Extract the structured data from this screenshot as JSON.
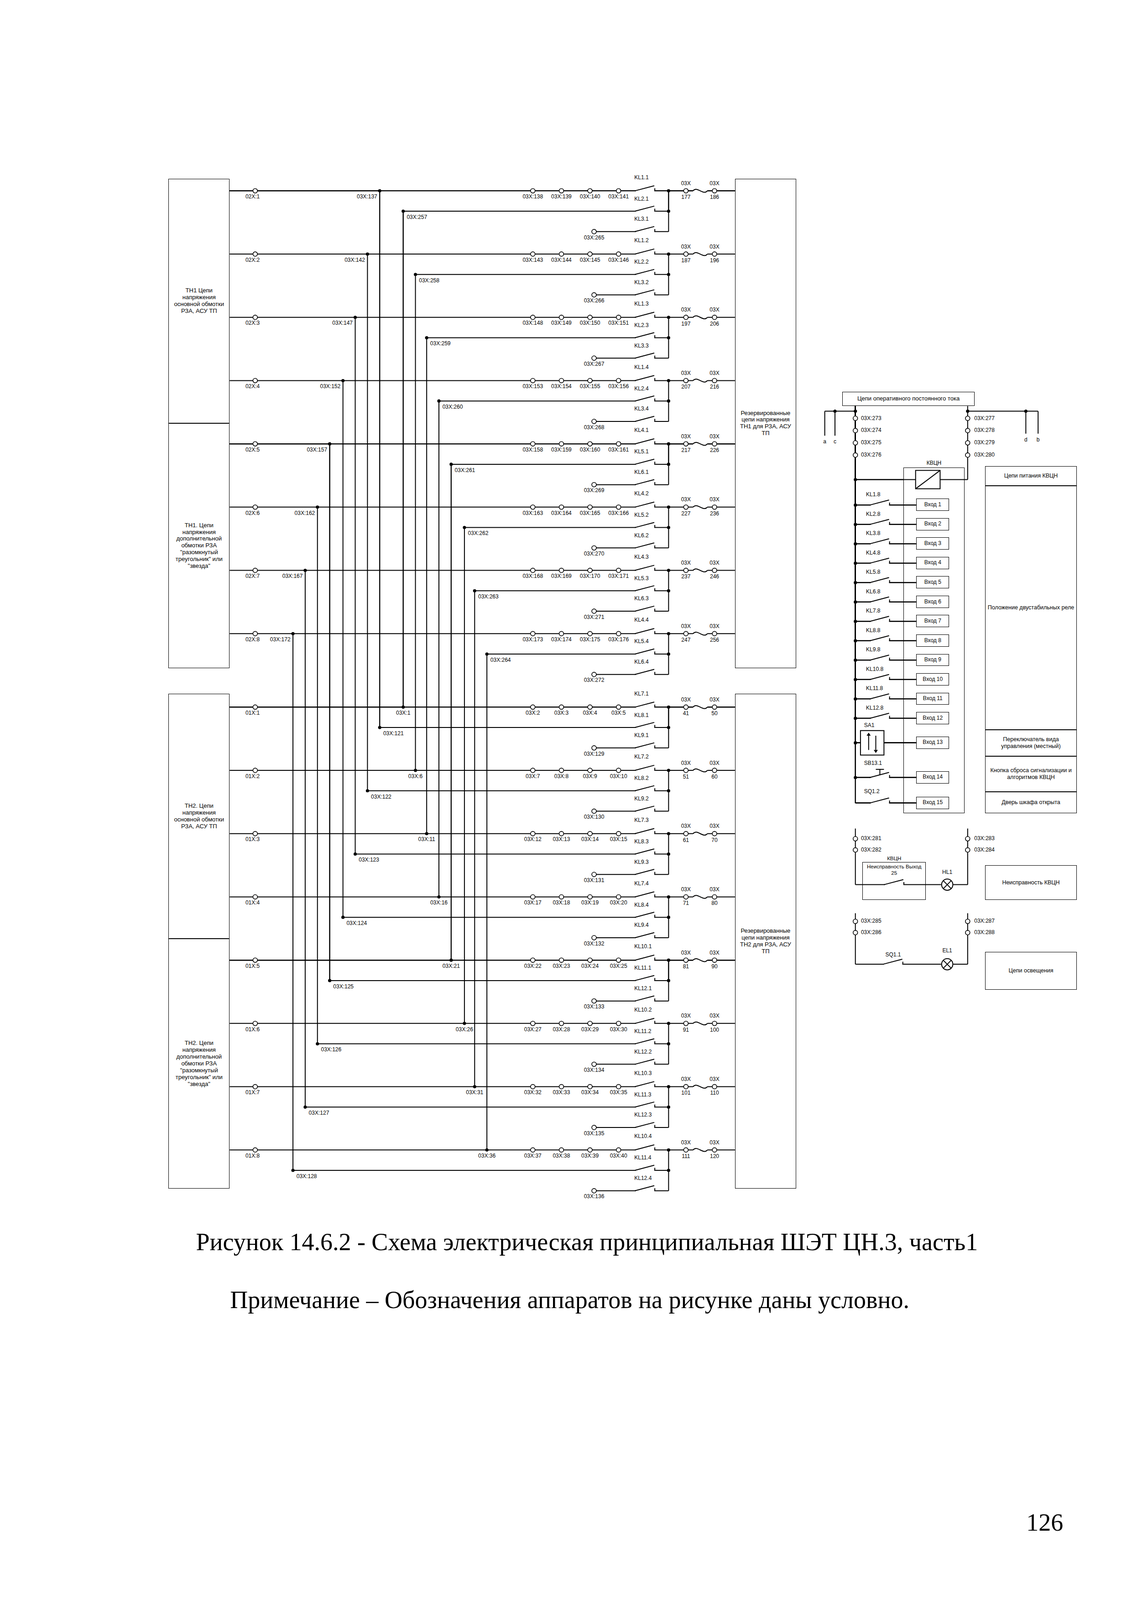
{
  "diagram": {
    "caption": "Рисунок 14.6.2 - Схема электрическая принципиальная ШЭТ ЦН.3, часть1",
    "nodes": [
      {
        "text": [
          "ТН1 Цепи напряжения основной обмотки РЗА, АСУ ТП"
        ]
      },
      {
        "text": [
          "ТН1. Цепи напряжения дополнительной обмотки РЗА \"разомкнутый треугольник\" или \"звезда\""
        ]
      },
      {
        "text": [
          "ТН2. Цепи напряжения основной обмотки РЗА, АСУ ТП"
        ]
      },
      {
        "text": [
          "ТН2. Цепи напряжения дополнительной обмотки РЗА \"разомкнутый треугольник\" или \"звезда\""
        ]
      },
      {
        "text": [
          "Резервированные цепи напряжения ТН1 для РЗА, АСУ ТП"
        ]
      },
      {
        "text": [
          "Резервированные цепи напряжения ТН2 для РЗА, АСУ ТП"
        ]
      },
      {
        "text": [
          "Цепи оперативного постоянного тока"
        ]
      },
      {
        "text": [
          "КВЦН"
        ]
      },
      {
        "text": [
          "Вход 1"
        ],
        "in": 7
      },
      {
        "text": [
          "Вход 2"
        ],
        "in": 7
      },
      {
        "text": [
          "Вход 3"
        ],
        "in": 7
      },
      {
        "text": [
          "Вход 4"
        ],
        "in": 7
      },
      {
        "text": [
          "Вход 5"
        ],
        "in": 7
      },
      {
        "text": [
          "Вход 6"
        ],
        "in": 7
      },
      {
        "text": [
          "Вход 7"
        ],
        "in": 7
      },
      {
        "text": [
          "Вход 8"
        ],
        "in": 7
      },
      {
        "text": [
          "Вход 9"
        ],
        "in": 7
      },
      {
        "text": [
          "Вход 10"
        ],
        "in": 7
      },
      {
        "text": [
          "Вход 11"
        ],
        "in": 7
      },
      {
        "text": [
          "Вход 12"
        ],
        "in": 7
      },
      {
        "text": [
          "Вход 13"
        ],
        "in": 7
      },
      {
        "text": [
          "Вход 14"
        ],
        "in": 7
      },
      {
        "text": [
          "Вход 15"
        ],
        "in": 7
      },
      {
        "text": [
          "Цепи питания КВЦН"
        ]
      },
      {
        "text": [
          "Положение двустабильных реле"
        ]
      },
      {
        "text": [
          "Переключатель вида управления (местный)"
        ]
      },
      {
        "text": [
          "Кнопка сброса сигнализации и алгоритмов КВЦН"
        ]
      },
      {
        "text": [
          "Дверь шкафа открыта"
        ]
      },
      {
        "text": [
          "КВЦН",
          "Неисправность Выход 25"
        ]
      },
      {
        "text": [
          "Неисправность КВЦН"
        ]
      },
      {
        "text": [
          "Цепи освещения"
        ]
      }
    ],
    "edges": [
      {
        "from": 0,
        "to": 4,
        "arrow": "none"
      },
      {
        "from": 1,
        "to": 4,
        "arrow": "none"
      },
      {
        "from": 2,
        "to": 5,
        "arrow": "none"
      },
      {
        "from": 3,
        "to": 5,
        "arrow": "none"
      },
      {
        "from": 0,
        "to": 5,
        "arrow": "none"
      },
      {
        "from": 1,
        "to": 5,
        "arrow": "none"
      },
      {
        "from": 2,
        "to": 4,
        "arrow": "none"
      },
      {
        "from": 3,
        "to": 4,
        "arrow": "none"
      },
      {
        "from": 6,
        "to": 7,
        "arrow": "none"
      },
      {
        "from": 6,
        "to": 8,
        "arrow": "none"
      },
      {
        "from": 6,
        "to": 9,
        "arrow": "none"
      },
      {
        "from": 6,
        "to": 10,
        "arrow": "none"
      },
      {
        "from": 6,
        "to": 11,
        "arrow": "none"
      },
      {
        "from": 6,
        "to": 12,
        "arrow": "none"
      },
      {
        "from": 6,
        "to": 13,
        "arrow": "none"
      },
      {
        "from": 6,
        "to": 14,
        "arrow": "none"
      },
      {
        "from": 6,
        "to": 15,
        "arrow": "none"
      },
      {
        "from": 6,
        "to": 16,
        "arrow": "none"
      },
      {
        "from": 6,
        "to": 17,
        "arrow": "none"
      },
      {
        "from": 6,
        "to": 18,
        "arrow": "none"
      },
      {
        "from": 6,
        "to": 19,
        "arrow": "none"
      },
      {
        "from": 6,
        "to": 20,
        "arrow": "none"
      },
      {
        "from": 6,
        "to": 21,
        "arrow": "none"
      },
      {
        "from": 6,
        "to": 22,
        "arrow": "none"
      }
    ],
    "labels": [
      "02X:1",
      "03X:137",
      "03X:138",
      "03X:139",
      "03X:140",
      "03X:141",
      "KL1.1",
      "KL2.1",
      "KL3.1",
      "03X:257",
      "03X:265",
      "03X",
      "177",
      "03X",
      "186",
      "02X:2",
      "03X:142",
      "03X:143",
      "03X:144",
      "03X:145",
      "03X:146",
      "KL1.2",
      "KL2.2",
      "KL3.2",
      "03X:258",
      "03X:266",
      "03X",
      "187",
      "03X",
      "196",
      "02X:3",
      "03X:147",
      "03X:148",
      "03X:149",
      "03X:150",
      "03X:151",
      "KL1.3",
      "KL2.3",
      "KL3.3",
      "03X:259",
      "03X:267",
      "03X",
      "197",
      "03X",
      "206",
      "02X:4",
      "03X:152",
      "03X:153",
      "03X:154",
      "03X:155",
      "03X:156",
      "KL1.4",
      "KL2.4",
      "KL3.4",
      "03X:260",
      "03X:268",
      "03X",
      "207",
      "03X",
      "216",
      "02X:5",
      "03X:157",
      "03X:158",
      "03X:159",
      "03X:160",
      "03X:161",
      "KL4.1",
      "KL5.1",
      "KL6.1",
      "03X:261",
      "03X:269",
      "03X",
      "217",
      "03X",
      "226",
      "02X:6",
      "03X:162",
      "03X:163",
      "03X:164",
      "03X:165",
      "03X:166",
      "KL4.2",
      "KL5.2",
      "KL6.2",
      "03X:262",
      "03X:270",
      "03X",
      "227",
      "03X",
      "236",
      "02X:7",
      "03X:167",
      "03X:168",
      "03X:169",
      "03X:170",
      "03X:171",
      "KL4.3",
      "KL5.3",
      "KL6.3",
      "03X:263",
      "03X:271",
      "03X",
      "237",
      "03X",
      "246",
      "02X:8",
      "03X:172",
      "03X:173",
      "03X:174",
      "03X:175",
      "03X:176",
      "KL4.4",
      "KL5.4",
      "KL6.4",
      "03X:264",
      "03X:272",
      "03X",
      "247",
      "03X",
      "256",
      "01X:1",
      "03X:1",
      "03X:2",
      "03X:3",
      "03X:4",
      "03X:5",
      "KL7.1",
      "KL8.1",
      "KL9.1",
      "03X:121",
      "03X:129",
      "03X",
      "41",
      "03X",
      "50",
      "01X:2",
      "03X:6",
      "03X:7",
      "03X:8",
      "03X:9",
      "03X:10",
      "KL7.2",
      "KL8.2",
      "KL9.2",
      "03X:122",
      "03X:130",
      "03X",
      "51",
      "03X",
      "60",
      "01X:3",
      "03X:11",
      "03X:12",
      "03X:13",
      "03X:14",
      "03X:15",
      "KL7.3",
      "KL8.3",
      "KL9.3",
      "03X:123",
      "03X:131",
      "03X",
      "61",
      "03X",
      "70",
      "01X:4",
      "03X:16",
      "03X:17",
      "03X:18",
      "03X:19",
      "03X:20",
      "KL7.4",
      "KL8.4",
      "KL9.4",
      "03X:124",
      "03X:132",
      "03X",
      "71",
      "03X",
      "80",
      "01X:5",
      "03X:21",
      "03X:22",
      "03X:23",
      "03X:24",
      "03X:25",
      "KL10.1",
      "KL11.1",
      "KL12.1",
      "03X:125",
      "03X:133",
      "03X",
      "81",
      "03X",
      "90",
      "01X:6",
      "03X:26",
      "03X:27",
      "03X:28",
      "03X:29",
      "03X:30",
      "KL10.2",
      "KL11.2",
      "KL12.2",
      "03X:126",
      "03X:134",
      "03X",
      "91",
      "03X",
      "100",
      "01X:7",
      "03X:31",
      "03X:32",
      "03X:33",
      "03X:34",
      "03X:35",
      "KL10.3",
      "KL11.3",
      "KL12.3",
      "03X:127",
      "03X:135",
      "03X",
      "101",
      "03X",
      "110",
      "01X:8",
      "03X:36",
      "03X:37",
      "03X:38",
      "03X:39",
      "03X:40",
      "KL10.4",
      "KL11.4",
      "KL12.4",
      "03X:128",
      "03X:136",
      "03X",
      "111",
      "03X",
      "120",
      "a",
      "c",
      "03X:273",
      "03X:274",
      "03X:275",
      "03X:276",
      "03X:277",
      "03X:278",
      "03X:279",
      "03X:280",
      "d",
      "b",
      "KL1.8",
      "KL2.8",
      "KL3.8",
      "KL4.8",
      "KL5.8",
      "KL6.8",
      "KL7.8",
      "KL8.8",
      "KL9.8",
      "KL10.8",
      "KL11.8",
      "KL12.8",
      "SA1",
      "SB13.1",
      "SQ1.2",
      "03X:281",
      "03X:282",
      "03X:283",
      "03X:284",
      "HL1",
      "03X:285",
      "03X:286",
      "03X:287",
      "03X:288",
      "SQ1.1",
      "EL1",
      "Примечание – Обозначения аппаратов на рисунке даны условно.",
      "126"
    ]
  }
}
